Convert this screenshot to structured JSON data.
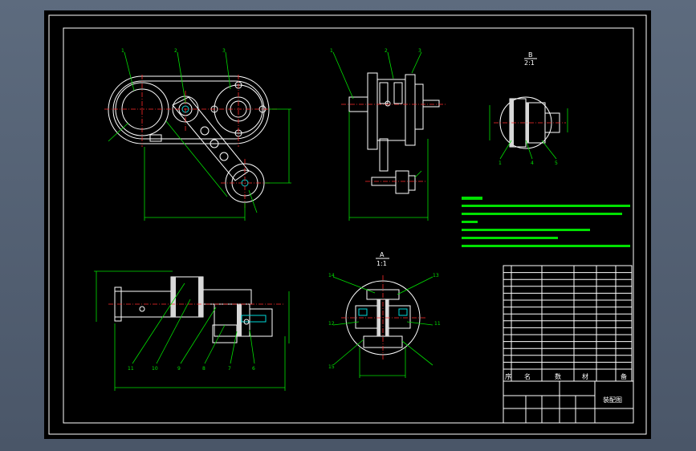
{
  "colors": {
    "frame": "#ffffff",
    "leader": "#00e000",
    "centerline": "#ff2a2a",
    "part": "#00d8d8",
    "background": "#000000",
    "desktop": "#556274"
  },
  "labels": {
    "top_view": [
      "1",
      "2",
      "3"
    ],
    "side_view": [
      "1",
      "2",
      "3"
    ],
    "detail_b": [
      "1",
      "4",
      "5"
    ],
    "bottom_view": [
      "11",
      "10",
      "9",
      "8",
      "7",
      "6"
    ],
    "detail_a": [
      "14",
      "13",
      "12",
      "11",
      "15"
    ]
  },
  "views": {
    "detail_b_title": "B",
    "detail_b_scale": "2:1",
    "detail_a_title": "A",
    "detail_a_scale": "1:1"
  },
  "title_block": {
    "bom_header": [
      "序",
      "名",
      "数",
      "材",
      "备"
    ],
    "drawing_title": "装配图"
  }
}
